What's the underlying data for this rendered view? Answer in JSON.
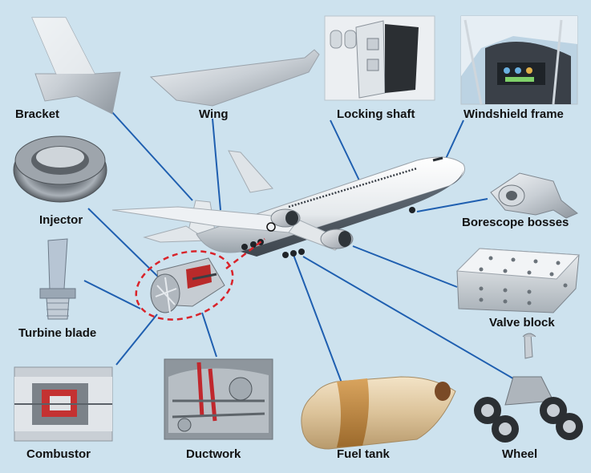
{
  "labels": {
    "bracket": "Bracket",
    "wing": "Wing",
    "locking_shaft": "Locking shaft",
    "windshield_frame": "Windshield frame",
    "injector": "Injector",
    "borescope_bosses": "Borescope bosses",
    "turbine_blade": "Turbine blade",
    "valve_block": "Valve block",
    "combustor": "Combustor",
    "ductwork": "Ductwork",
    "fuel_tank": "Fuel tank",
    "wheel": "Wheel"
  },
  "colors": {
    "background": "#cde2ee",
    "leader_line": "#1f5fb0",
    "highlight_ellipse": "#d9232a"
  }
}
